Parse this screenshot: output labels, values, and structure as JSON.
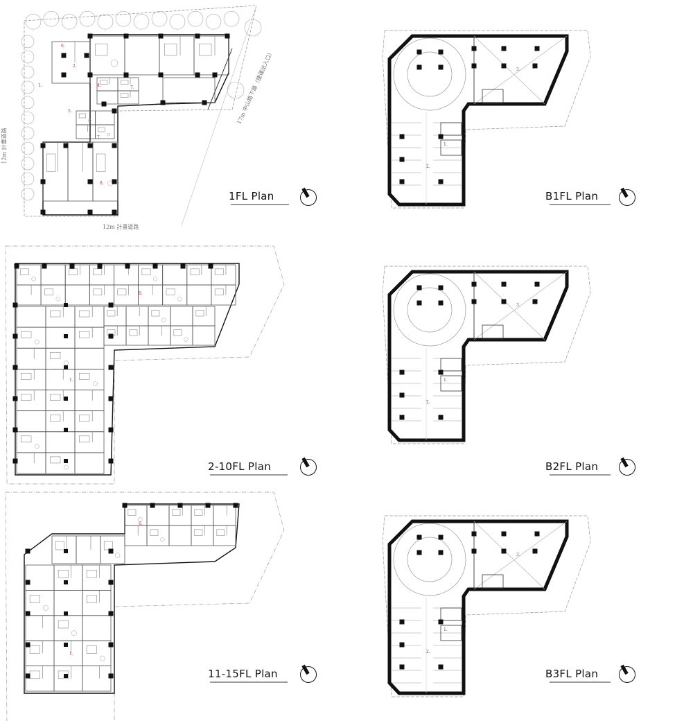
{
  "plans": {
    "fl1": {
      "title": "1FL Plan"
    },
    "b1": {
      "title": "B1FL Plan"
    },
    "fl2_10": {
      "title": "2-10FL Plan"
    },
    "b2": {
      "title": "B2FL Plan"
    },
    "fl11_15": {
      "title": "11-15FL Plan"
    },
    "b3": {
      "title": "B3FL Plan"
    }
  },
  "streets": {
    "bottom": "12m 計畫道路",
    "left": "12m 計畫道路",
    "diagonal": "17m 中山路下路（捷運出入口）"
  },
  "room_numbers": [
    "1.",
    "2.",
    "3.",
    "4.",
    "5.",
    "6.",
    "7.",
    "8."
  ],
  "colors": {
    "wall": "#111111",
    "thin": "#555555",
    "grid": "#bbbbbb",
    "label_red": "#b03030"
  }
}
